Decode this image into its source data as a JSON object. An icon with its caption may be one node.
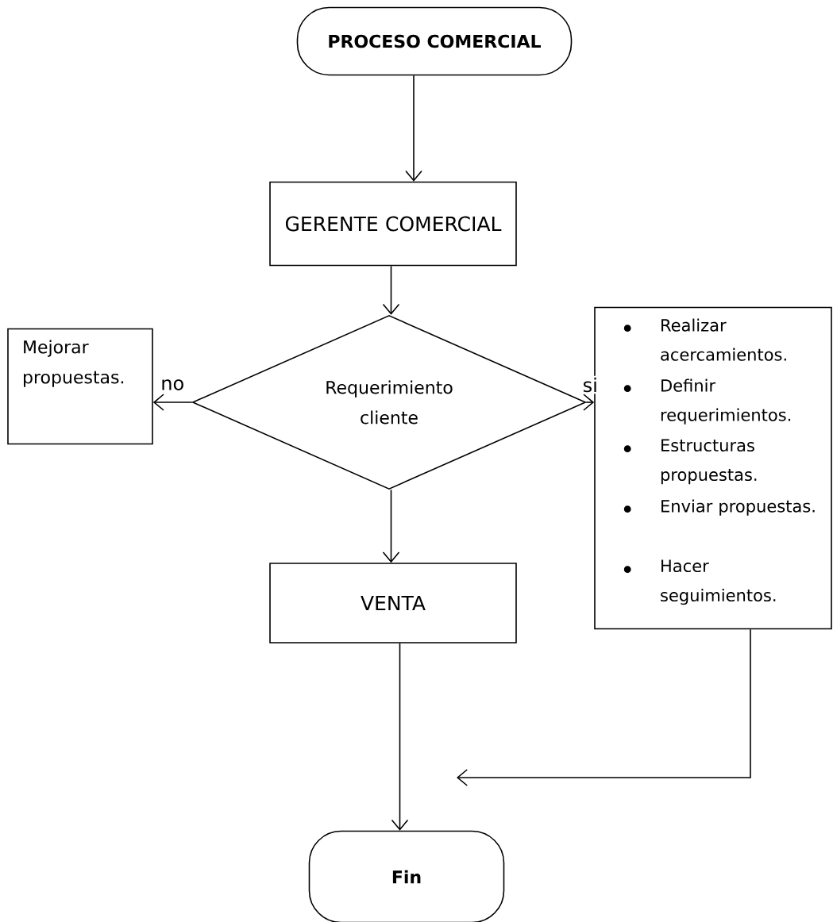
{
  "diagram": {
    "nodes": [
      {
        "text": [
          "PROCESO COMERCIAL"
        ]
      },
      {
        "text": [
          "GERENTE COMERCIAL"
        ]
      },
      {
        "text": [
          "Requerimiento cliente"
        ]
      },
      {
        "text": [
          "Mejorar propuestas."
        ]
      },
      {
        "text": [
          "Realizar acercamientos.",
          "Definir requerimientos.",
          "Estructuras propuestas.",
          "Enviar propuestas.",
          "Hacer seguimientos."
        ]
      },
      {
        "text": [
          "VENTA"
        ]
      },
      {
        "text": [
          "Fin"
        ]
      }
    ],
    "edges": [
      {
        "from": 0,
        "to": 1,
        "arrow": "to"
      },
      {
        "from": 1,
        "to": 2,
        "arrow": "to"
      },
      {
        "from": 2,
        "to": 3,
        "arrow": "to",
        "label": "no"
      },
      {
        "from": 2,
        "to": 4,
        "arrow": "to",
        "label": "si"
      },
      {
        "from": 2,
        "to": 5,
        "arrow": "to"
      },
      {
        "from": 5,
        "to": 6,
        "arrow": "to"
      },
      {
        "from": 4,
        "to": null,
        "arrow": "to"
      }
    ]
  }
}
